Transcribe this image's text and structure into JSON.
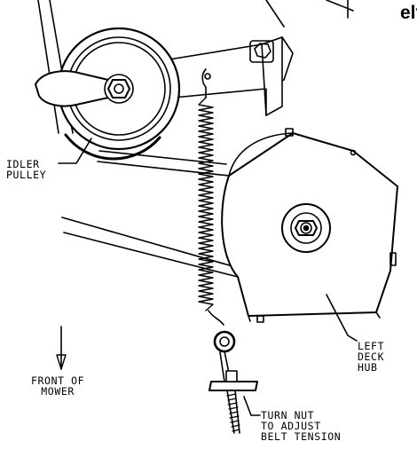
{
  "figure": {
    "title_fragment": "elt"
  },
  "callouts": {
    "idler_pulley": "IDLER\nPULLEY",
    "left_deck_hub": "LEFT\nDECK\nHUB",
    "front_of_mower": "FRONT OF\nMOWER",
    "turn_nut": "TURN NUT\nTO ADJUST\nBELT TENSION"
  }
}
